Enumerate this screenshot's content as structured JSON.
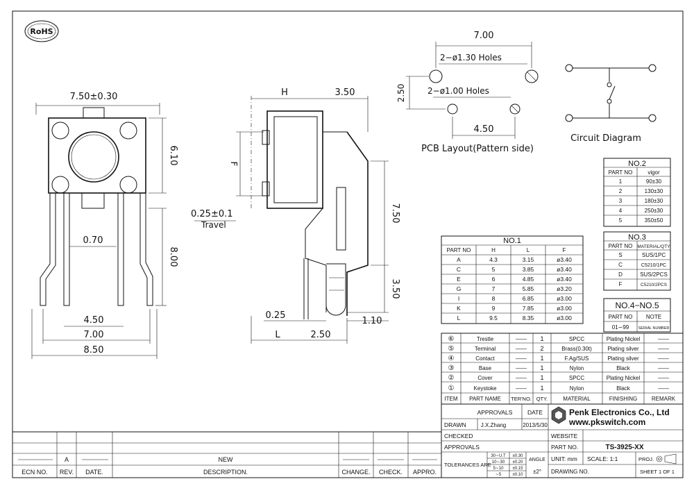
{
  "logo": {
    "text": "RoHS"
  },
  "front_view": {
    "width_dim": "7.50±0.30",
    "height_dim": "6.10",
    "pin_pitch": "4.50",
    "pin_span_inner": "7.00",
    "overall_width": "8.50",
    "pin_thickness": "0.70",
    "pin_length": "8.00",
    "travel_dim": "0.25±0.1",
    "travel_label": "Travel"
  },
  "side_view": {
    "h_label": "H",
    "offset_dim": "3.50",
    "f_label": "F",
    "body_height": "7.50",
    "lower_dim": "3.50",
    "pin_width": "0.25",
    "pin_tail": "1.10",
    "l_label": "L",
    "pin_offset": "2.50"
  },
  "pcb_layout": {
    "top_span": "7.00",
    "holes_large": "2−ø1.30 Holes",
    "holes_small": "2−ø1.00 Holes",
    "vert_dim": "2.50",
    "bottom_span": "4.50",
    "caption": "PCB Layout(Pattern side)"
  },
  "circuit": {
    "caption": "Circuit Diagram"
  },
  "table_no2": {
    "title": "NO.2",
    "headers": [
      "PART NO",
      "vigor"
    ],
    "rows": [
      [
        "1",
        "90±30"
      ],
      [
        "2",
        "130±30"
      ],
      [
        "3",
        "180±30"
      ],
      [
        "4",
        "250±30"
      ],
      [
        "5",
        "350±50"
      ]
    ]
  },
  "table_no1": {
    "title": "NO.1",
    "headers": [
      "PART NO",
      "H",
      "L",
      "F"
    ],
    "rows": [
      [
        "A",
        "4.3",
        "3.15",
        "ø3.40"
      ],
      [
        "C",
        "5",
        "3.85",
        "ø3.40"
      ],
      [
        "E",
        "6",
        "4.85",
        "ø3.40"
      ],
      [
        "G",
        "7",
        "5.85",
        "ø3.20"
      ],
      [
        "I",
        "8",
        "6.85",
        "ø3.00"
      ],
      [
        "K",
        "9",
        "7.85",
        "ø3.00"
      ],
      [
        "L",
        "9.5",
        "8.35",
        "ø3.00"
      ]
    ]
  },
  "table_no3": {
    "title": "NO.3",
    "headers": [
      "PART NO",
      "MATERIAL/QTY"
    ],
    "rows": [
      [
        "S",
        "SUS/1PC"
      ],
      [
        "C",
        "C5210/1PC"
      ],
      [
        "D",
        "SUS/2PCS"
      ],
      [
        "F",
        "C5210/2PCS"
      ]
    ]
  },
  "table_no45": {
    "title": "NO.4−NO.5",
    "headers": [
      "PART NO",
      "NOTE"
    ],
    "rows": [
      [
        "01∼99",
        "SERIAL NUMBER"
      ]
    ]
  },
  "bom": {
    "rows": [
      [
        "⑥",
        "Trestle",
        "——",
        "1",
        "SPCC",
        "Plating Nickel",
        "——"
      ],
      [
        "⑤",
        "Terminal",
        "——",
        "2",
        "Brass(0.30t)",
        "Plating silver",
        "——"
      ],
      [
        "④",
        "Contact",
        "——",
        "1",
        "F.Ag/SUS",
        "Plating silver",
        "——"
      ],
      [
        "③",
        "Base",
        "——",
        "1",
        "Nylon",
        "Black",
        "——"
      ],
      [
        "②",
        "Cover",
        "——",
        "1",
        "SPCC",
        "Plating Nickel",
        "——"
      ],
      [
        "①",
        "Keystoke",
        "——",
        "1",
        "Nylon",
        "Black",
        "——"
      ]
    ],
    "headers": [
      "ITEM",
      "PART NAME",
      "TER'NO.",
      "QTY.",
      "MATERIAL",
      "FINISHING",
      "REMARK"
    ]
  },
  "title_block": {
    "approvals": "APPROVALS",
    "date_label": "DATE",
    "drawn_label": "DRAWN",
    "drawn_by": "J.X.Zhang",
    "drawn_date": "2013/5/30",
    "checked_label": "CHECKED",
    "approvals_row": "APPROVALS",
    "company": "Penk Electronics Co., Ltd",
    "website_url": "www.pkswitch.com",
    "website_label": "WEBSITE",
    "partno_label": "PART NO.",
    "partno": "TS-3925-XX",
    "tolerances_label": "TOLERANCES ARE",
    "tol_ranges": [
      "30∼U.T",
      "10∼30",
      "5∼10",
      "∼5"
    ],
    "tol_values": [
      "±0.30",
      "±0.20",
      "±0.15",
      "±0.10"
    ],
    "angle_label": "ANGLE",
    "angle_value": "±2°",
    "unit": "UNIT: mm",
    "scale": "SCALE: 1:1",
    "proj": "PROJ.",
    "drawing_no": "DRAWING NO.",
    "sheet": "SHEET 1 OF 1"
  },
  "revision": {
    "rev": "A",
    "new_label": "NEW",
    "headers": [
      "ECN NO.",
      "REV.",
      "DATE.",
      "DESCRIPTION.",
      "CHANGE.",
      "CHECK.",
      "APPRO."
    ]
  }
}
